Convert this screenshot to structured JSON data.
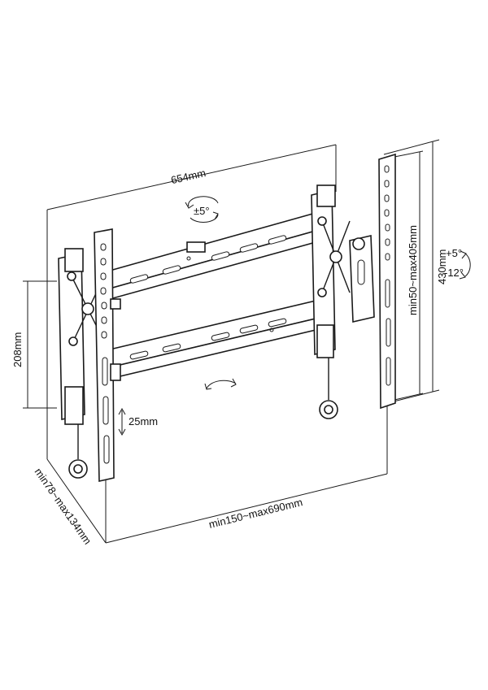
{
  "labels": {
    "width_overall": "654mm",
    "tilt_swivel": "±5°",
    "height_overall": "430mm",
    "vesa_vertical": "min50~max405mm",
    "tilt_up": "+5°",
    "tilt_down": "-12°",
    "height_plate": "208mm",
    "vertical_adjust": "25mm",
    "vesa_horizontal": "min150~max690mm",
    "depth": "min78~max134mm"
  },
  "colors": {
    "line": "#1a1a1a",
    "background": "#ffffff"
  }
}
